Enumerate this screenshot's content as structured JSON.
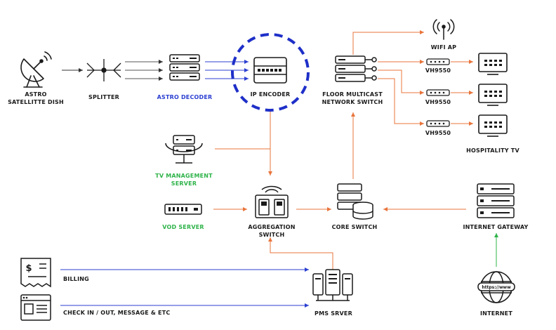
{
  "colors": {
    "orange_line": "#e8743b",
    "blue_line": "#2b3fd1",
    "green_line": "#2fb34a",
    "highlight_circle": "#1e2fc8",
    "icon_stroke": "#1a1a1a"
  },
  "nodes": {
    "astro_dish": {
      "line1": "ASTRO",
      "line2": "SATELLITTE DISH",
      "icon": "satellite-dish-icon"
    },
    "splitter": {
      "label": "SPLITTER",
      "icon": "splitter-icon"
    },
    "astro_decoder": {
      "label": "ASTRO DECODER",
      "icon": "decoder-stack-icon"
    },
    "ip_encoder": {
      "label": "IP ENCODER",
      "icon": "encoder-icon"
    },
    "floor_switch": {
      "line1": "FLOOR MULTICAST",
      "line2": "NETWORK SWITCH",
      "icon": "network-switch-icon"
    },
    "wifi_ap": {
      "label": "WIFI AP",
      "icon": "wifi-ap-icon"
    },
    "vh1": {
      "label": "VH9550"
    },
    "vh2": {
      "label": "VH9550"
    },
    "vh3": {
      "label": "VH9550"
    },
    "hospitality_tv": {
      "label": "HOSPITALITY TV",
      "icon": "tv-icon"
    },
    "tv_mgmt": {
      "line1": "TV MANAGEMENT",
      "line2": "SERVER",
      "icon": "server-icon"
    },
    "vod_server": {
      "label": "VOD SERVER",
      "icon": "vod-server-icon"
    },
    "aggregation_switch": {
      "line1": "AGGREGATION",
      "line2": "SWITCH",
      "icon": "aggregation-switch-icon"
    },
    "core_switch": {
      "label": "CORE SWITCH",
      "icon": "core-switch-icon"
    },
    "internet_gateway": {
      "label": "INTERNET GATEWAY",
      "icon": "gateway-server-icon"
    },
    "internet": {
      "label": "INTERNET",
      "url_text": "https://www",
      "icon": "globe-icon"
    },
    "pms_server": {
      "label": "PMS SRVER",
      "icon": "pms-server-icon"
    },
    "billing": {
      "label": "BILLING",
      "icon": "receipt-icon"
    },
    "checkin": {
      "label": "CHECK IN / OUT, MESSAGE & ETC",
      "icon": "browser-window-icon"
    }
  }
}
